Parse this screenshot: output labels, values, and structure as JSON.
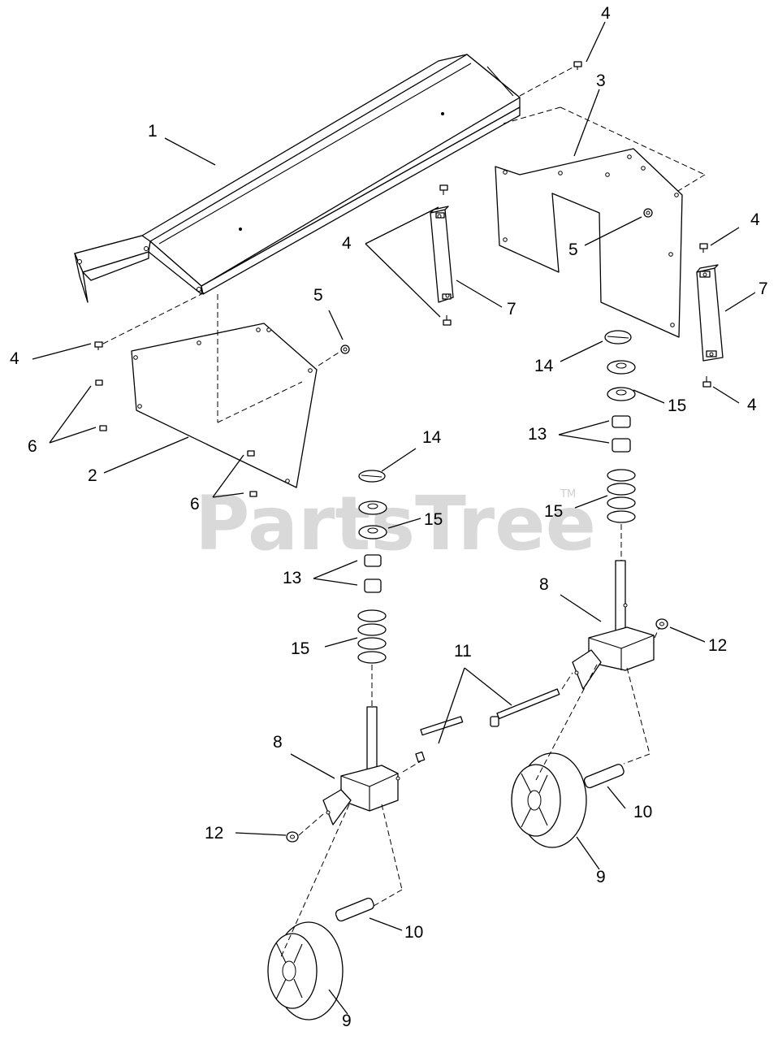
{
  "watermark": {
    "text": "PartsTree",
    "trademark": "TM"
  },
  "callouts": {
    "c1": "1",
    "c2": "2",
    "c3": "3",
    "c4_top": "4",
    "c4_left": "4",
    "c4_center": "4",
    "c4_right_top": "4",
    "c4_right_bottom": "4",
    "c5_left": "5",
    "c5_right": "5",
    "c6_upper": "6",
    "c6_lower": "6",
    "c7_center": "7",
    "c7_right": "7",
    "c8_left": "8",
    "c8_right": "8",
    "c9_left": "9",
    "c9_right": "9",
    "c10_left": "10",
    "c10_right": "10",
    "c11": "11",
    "c12_left": "12",
    "c12_right": "12",
    "c13_left": "13",
    "c13_right": "13",
    "c14_left": "14",
    "c14_right": "14",
    "c15_left_top": "15",
    "c15_left_bottom": "15",
    "c15_right_top": "15",
    "c15_right_bottom": "15"
  }
}
